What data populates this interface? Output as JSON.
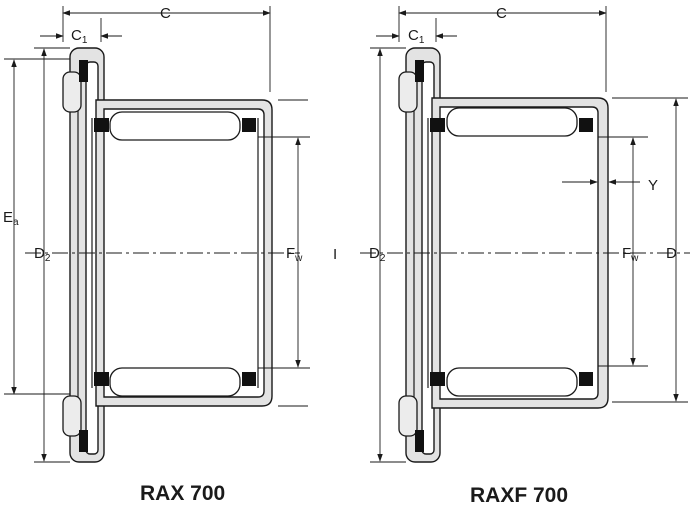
{
  "labels": {
    "c": "C",
    "c1_main": "C",
    "c1_sub": "1",
    "ea_main": "E",
    "ea_sub": "a",
    "d2_main": "D",
    "d2_sub": "2",
    "fw_main": "F",
    "fw_sub": "w",
    "d": "D",
    "y": "Y",
    "stray_mark": "I"
  },
  "captions": {
    "left": "RAX 700",
    "right": "RAXF 700"
  }
}
